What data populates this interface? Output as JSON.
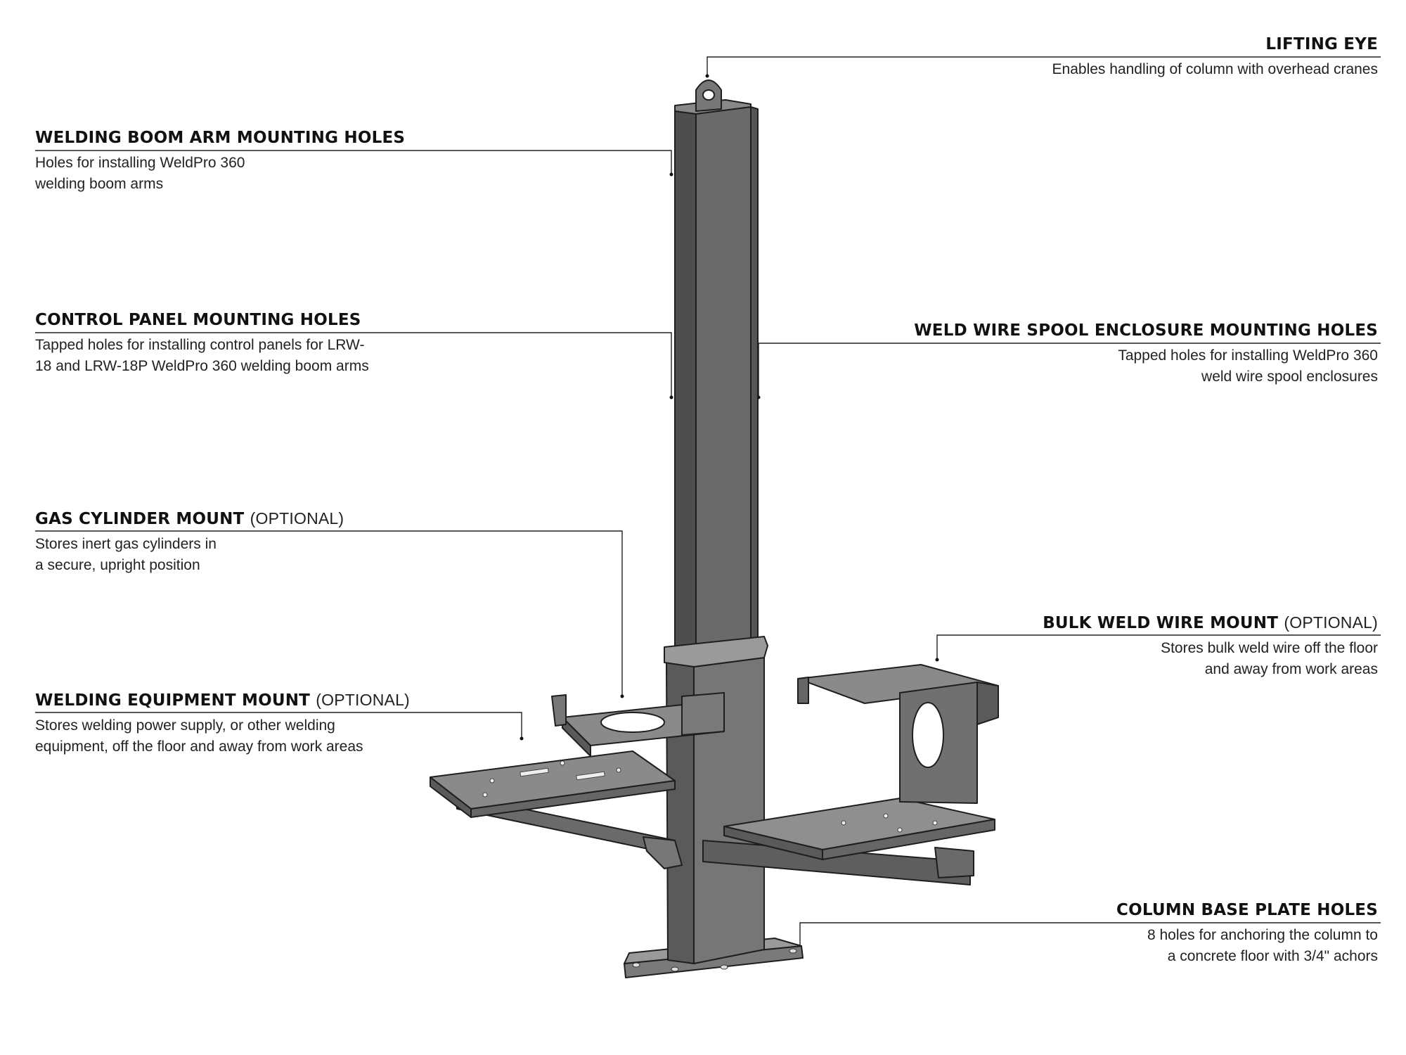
{
  "callouts": {
    "lifting_eye": {
      "title": "LIFTING EYE",
      "desc": [
        "Enables handling of column with overhead cranes"
      ]
    },
    "boom_arm_holes": {
      "title": "WELDING BOOM ARM MOUNTING HOLES",
      "desc": [
        "Holes for installing WeldPro 360",
        "welding boom arms"
      ]
    },
    "control_panel_holes": {
      "title": "CONTROL PANEL MOUNTING HOLES",
      "desc": [
        "Tapped holes for installing control panels for LRW-",
        "18 and LRW-18P WeldPro 360 welding boom arms"
      ]
    },
    "spool_enclosure_holes": {
      "title": "WELD WIRE SPOOL ENCLOSURE MOUNTING HOLES",
      "desc": [
        "Tapped holes for installing WeldPro 360",
        "weld wire spool enclosures"
      ]
    },
    "gas_cylinder_mount": {
      "title": "GAS CYLINDER MOUNT",
      "optional": "(OPTIONAL)",
      "desc": [
        "Stores inert gas cylinders in",
        "a secure, upright position"
      ]
    },
    "bulk_wire_mount": {
      "title": "BULK WELD WIRE MOUNT",
      "optional": "(OPTIONAL)",
      "desc": [
        "Stores bulk weld wire off the floor",
        "and away from work areas"
      ]
    },
    "equipment_mount": {
      "title": "WELDING EQUIPMENT MOUNT",
      "optional": "(OPTIONAL)",
      "desc": [
        "Stores welding power supply, or other welding",
        "equipment, off the floor and away from work areas"
      ]
    },
    "base_plate_holes": {
      "title": "COLUMN BASE PLATE HOLES",
      "desc": [
        "8 holes for anchoring the column to",
        "a concrete floor with 3/4\" achors"
      ]
    }
  },
  "colors": {
    "metal_dark": "#4a4a4a",
    "metal_mid": "#6e6e6e",
    "metal_light": "#9a9a9a",
    "edge": "#1e1e1e",
    "leader": "#222222"
  }
}
